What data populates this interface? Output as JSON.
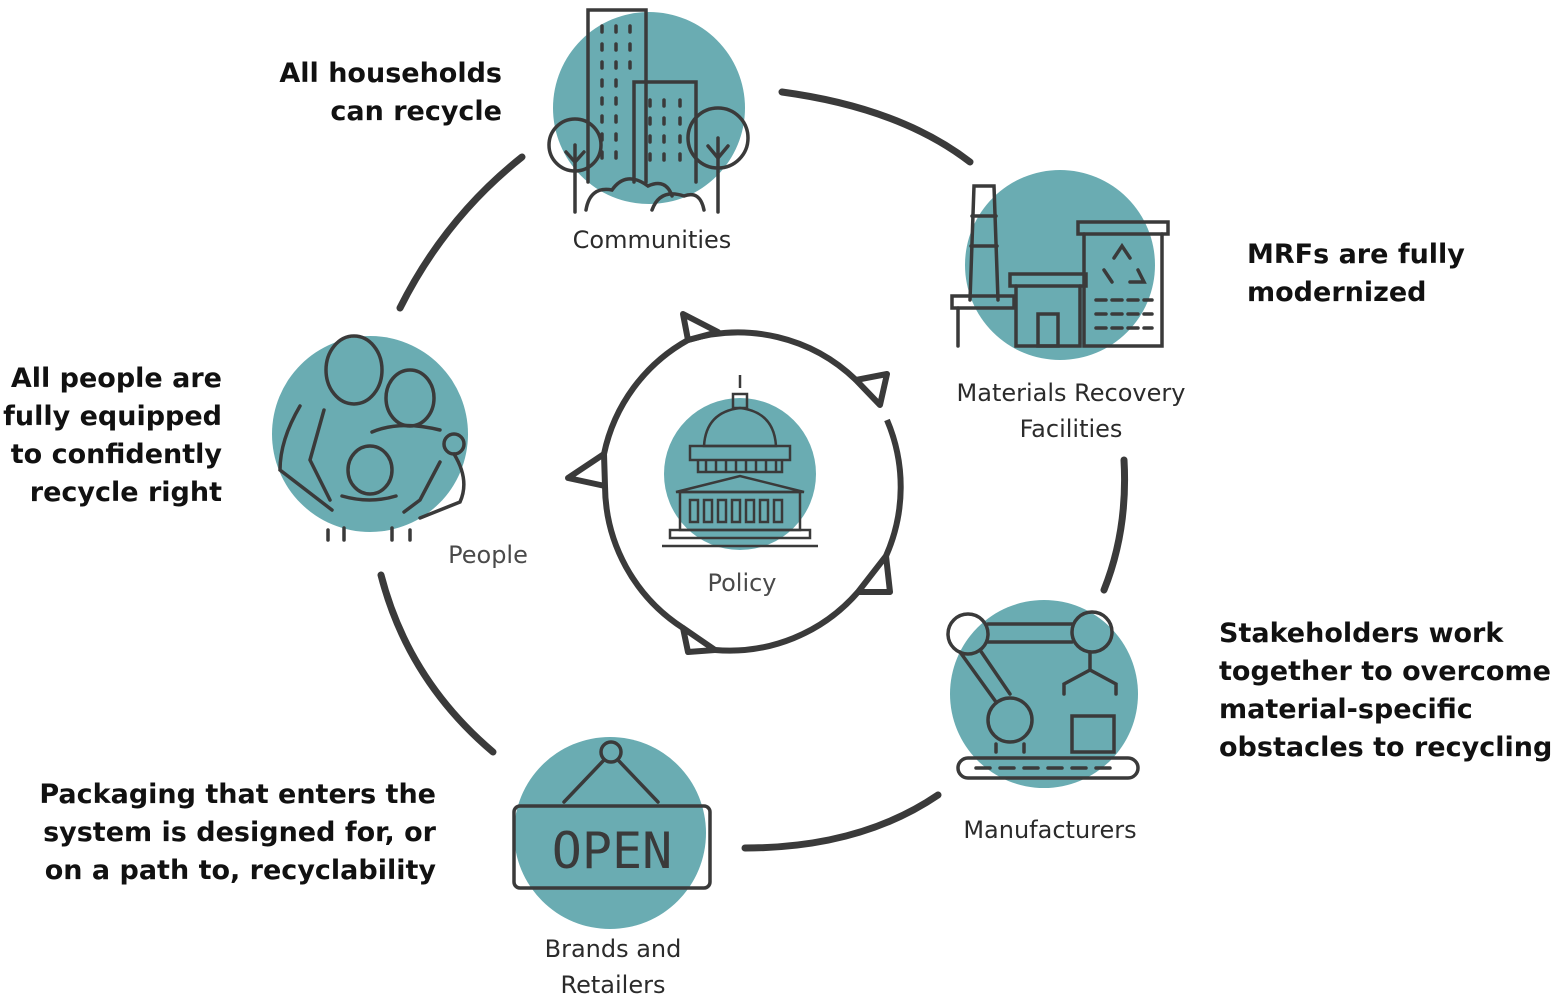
{
  "colors": {
    "teal": "#6aacb2",
    "stroke": "#3a3a3a",
    "text": "#111111"
  },
  "center": {
    "label": "Policy",
    "icon": "capitol-icon"
  },
  "nodes": [
    {
      "id": "communities",
      "label": "Communities",
      "icon": "city-buildings-icon"
    },
    {
      "id": "mrf",
      "label_line1": "Materials Recovery",
      "label_line2": "Facilities",
      "icon": "factory-recycle-icon"
    },
    {
      "id": "manufacturers",
      "label": "Manufacturers",
      "icon": "robot-arm-icon"
    },
    {
      "id": "brands",
      "label_line1": "Brands and",
      "label_line2": "Retailers",
      "icon": "open-sign-icon",
      "sign_text": "OPEN"
    },
    {
      "id": "people",
      "label": "People",
      "icon": "family-icon"
    }
  ],
  "goals": [
    {
      "id": "households",
      "lines": [
        "All households",
        "can recycle"
      ]
    },
    {
      "id": "mrfs",
      "lines": [
        "MRFs are fully",
        "modernized"
      ]
    },
    {
      "id": "stakeholders",
      "lines": [
        "Stakeholders work",
        "together to overcome",
        "material-specific",
        "obstacles to recycling"
      ]
    },
    {
      "id": "packaging",
      "lines": [
        "Packaging that enters the",
        "system is designed for, or",
        "on a path to, recyclability"
      ]
    },
    {
      "id": "people-goal",
      "lines": [
        "All people are",
        "fully equipped",
        "to confidently",
        "recycle right"
      ]
    }
  ]
}
